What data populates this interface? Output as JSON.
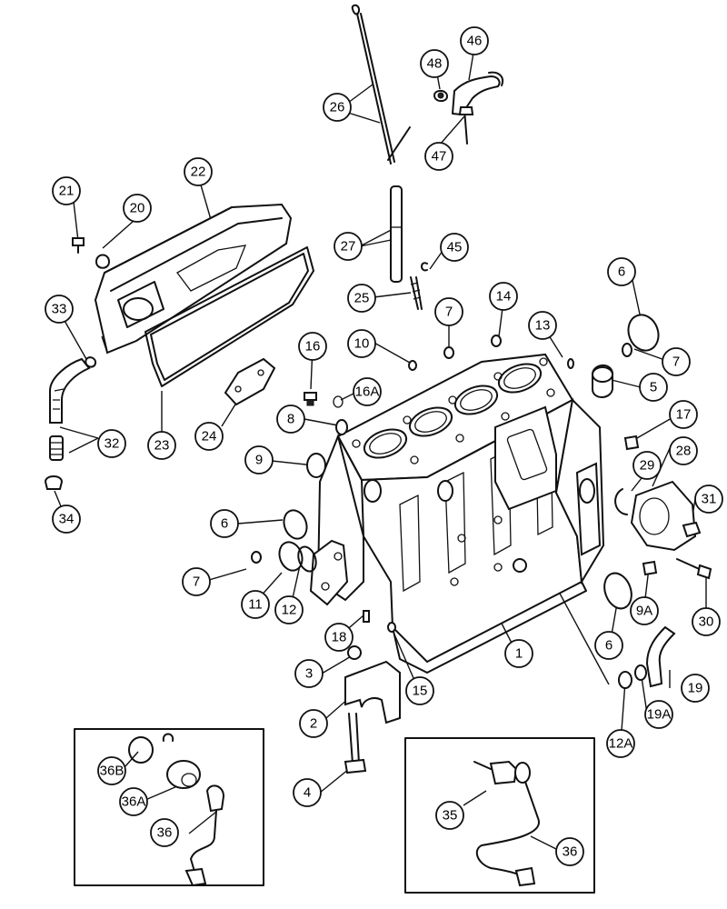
{
  "callouts": [
    {
      "id": "c1",
      "label": "1"
    },
    {
      "id": "c2",
      "label": "2"
    },
    {
      "id": "c3",
      "label": "3"
    },
    {
      "id": "c4",
      "label": "4"
    },
    {
      "id": "c5",
      "label": "5"
    },
    {
      "id": "c6a",
      "label": "6"
    },
    {
      "id": "c6b",
      "label": "6"
    },
    {
      "id": "c6c",
      "label": "6"
    },
    {
      "id": "c7a",
      "label": "7"
    },
    {
      "id": "c7b",
      "label": "7"
    },
    {
      "id": "c7c",
      "label": "7"
    },
    {
      "id": "c8",
      "label": "8"
    },
    {
      "id": "c9",
      "label": "9"
    },
    {
      "id": "c9A",
      "label": "9A"
    },
    {
      "id": "c10",
      "label": "10"
    },
    {
      "id": "c11",
      "label": "11"
    },
    {
      "id": "c12",
      "label": "12"
    },
    {
      "id": "c12A",
      "label": "12A"
    },
    {
      "id": "c13",
      "label": "13"
    },
    {
      "id": "c14",
      "label": "14"
    },
    {
      "id": "c15",
      "label": "15"
    },
    {
      "id": "c16",
      "label": "16"
    },
    {
      "id": "c16A",
      "label": "16A"
    },
    {
      "id": "c17",
      "label": "17"
    },
    {
      "id": "c18",
      "label": "18"
    },
    {
      "id": "c19",
      "label": "19"
    },
    {
      "id": "c19A",
      "label": "19A"
    },
    {
      "id": "c20",
      "label": "20"
    },
    {
      "id": "c21",
      "label": "21"
    },
    {
      "id": "c22",
      "label": "22"
    },
    {
      "id": "c23",
      "label": "23"
    },
    {
      "id": "c24",
      "label": "24"
    },
    {
      "id": "c25",
      "label": "25"
    },
    {
      "id": "c26",
      "label": "26"
    },
    {
      "id": "c27",
      "label": "27"
    },
    {
      "id": "c28",
      "label": "28"
    },
    {
      "id": "c29",
      "label": "29"
    },
    {
      "id": "c30",
      "label": "30"
    },
    {
      "id": "c31",
      "label": "31"
    },
    {
      "id": "c32",
      "label": "32"
    },
    {
      "id": "c33",
      "label": "33"
    },
    {
      "id": "c34",
      "label": "34"
    },
    {
      "id": "c35",
      "label": "35"
    },
    {
      "id": "c36a",
      "label": "36"
    },
    {
      "id": "c36b",
      "label": "36"
    },
    {
      "id": "c36A",
      "label": "36A"
    },
    {
      "id": "c36B",
      "label": "36B"
    },
    {
      "id": "c45",
      "label": "45"
    },
    {
      "id": "c46",
      "label": "46"
    },
    {
      "id": "c47",
      "label": "47"
    },
    {
      "id": "c48",
      "label": "48"
    }
  ]
}
